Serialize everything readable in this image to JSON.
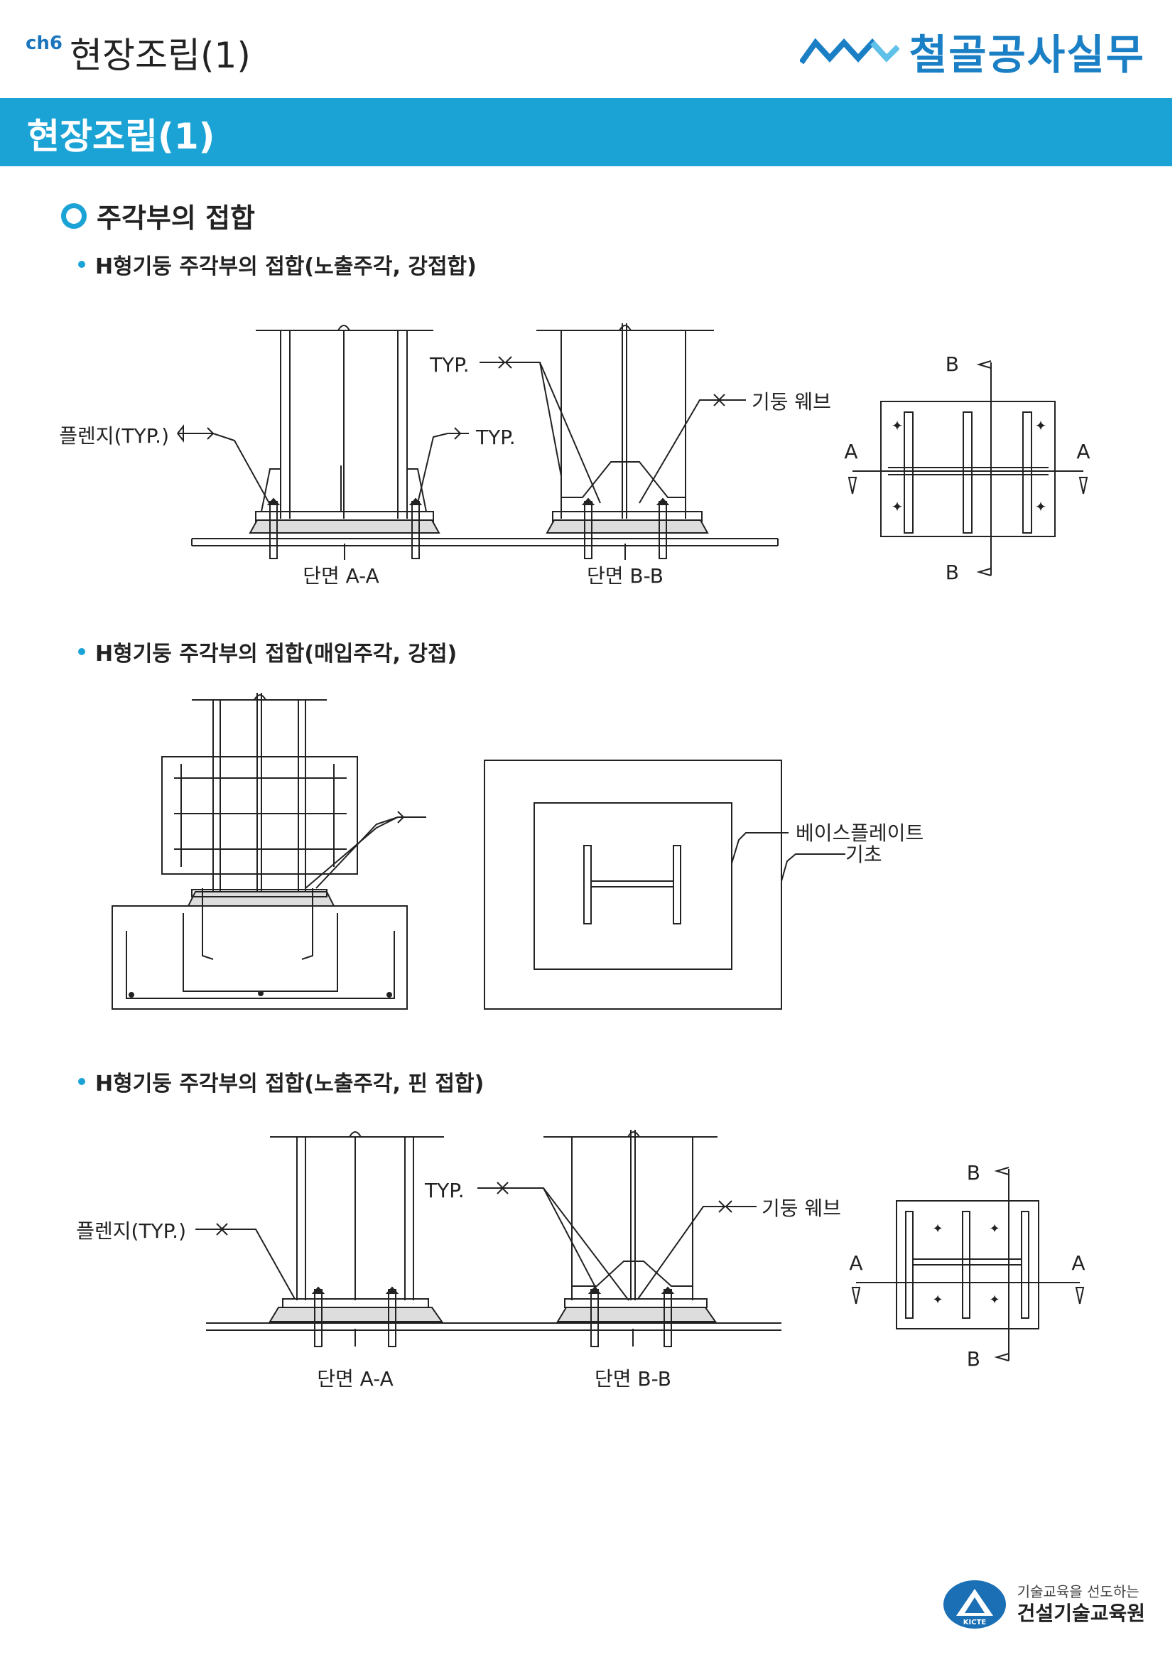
{
  "header": {
    "chapter_tag": "ch6",
    "chapter_title": "현장조립(1)",
    "brand_name": "철골공사실무"
  },
  "banner": {
    "title": "현장조립(1)"
  },
  "section": {
    "title": "주각부의 접합"
  },
  "subsections": [
    {
      "title": "H형기둥 주각부의 접합(노출주각, 강접합)",
      "labels": {
        "flange_typ": "플렌지(TYP.)",
        "typ_top": "TYP.",
        "typ_mid": "TYP.",
        "column_web": "기둥 웨브",
        "section_aa": "단면 A-A",
        "section_bb": "단면 B-B",
        "cut_b": "B",
        "cut_a": "A"
      }
    },
    {
      "title": "H형기둥 주각부의 접합(매입주각, 강접)",
      "labels": {
        "base_plate": "베이스플레이트",
        "foundation": "기초"
      }
    },
    {
      "title": "H형기둥 주각부의 접합(노출주각, 핀 접합)",
      "labels": {
        "flange_typ": "플렌지(TYP.)",
        "typ_top": "TYP.",
        "column_web": "기둥 웨브",
        "section_aa": "단면 A-A",
        "section_bb": "단면 B-B",
        "cut_b": "B",
        "cut_a": "A"
      }
    }
  ],
  "footer": {
    "emblem_text": "KICTE",
    "slogan": "기술교육을 선도하는",
    "org_name": "건설기술교육원"
  },
  "colors": {
    "accent": "#1ca3d6",
    "brand": "#1a7fc4"
  }
}
